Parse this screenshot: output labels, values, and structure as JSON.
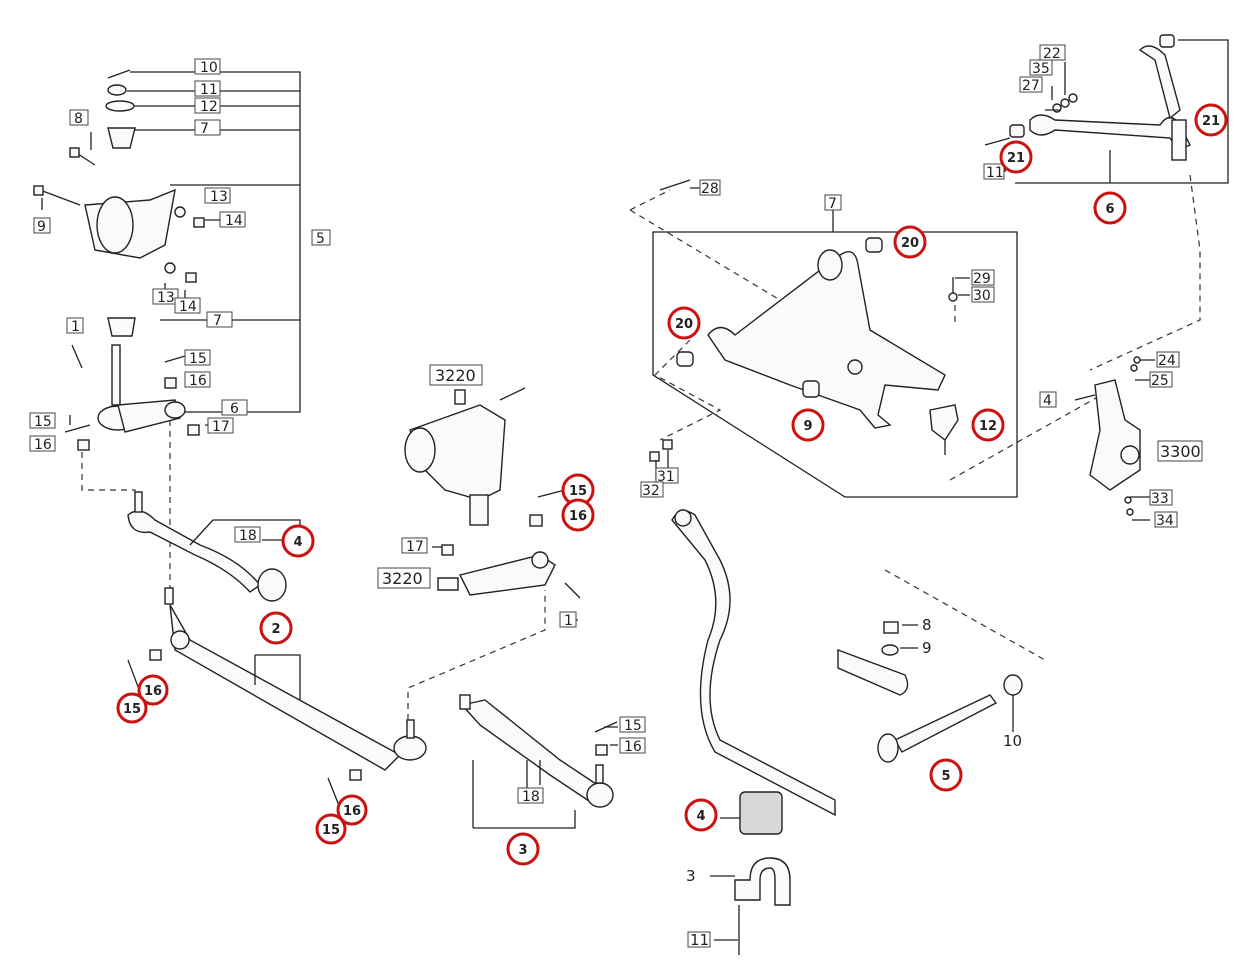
{
  "colors": {
    "line": "#222222",
    "callout_ring": "#cc1111",
    "background": "#ffffff"
  },
  "labels": {
    "l_10": "10",
    "l_11": "11",
    "l_12": "12",
    "l_7a": "7",
    "l_8": "8",
    "l_13a": "13",
    "l_14a": "14",
    "l_9": "9",
    "l_5": "5",
    "l_13b": "13",
    "l_14b": "14",
    "l_7b": "7",
    "l_1a": "1",
    "l_15a": "15",
    "l_16a": "16",
    "l_15b": "15",
    "l_6": "6",
    "l_17a": "17",
    "l_16b": "16",
    "l_18a": "18",
    "l_17b": "17",
    "l_1b": "1",
    "l_15c": "15",
    "l_16c": "16",
    "l_18b": "18",
    "l_22": "22",
    "l_35": "35",
    "l_27": "27",
    "l_11b": "11",
    "l_28": "28",
    "l_7c": "7",
    "l_29": "29",
    "l_30": "30",
    "l_24": "24",
    "l_25": "25",
    "l_4": "4",
    "l_31": "31",
    "l_32": "32",
    "l_33": "33",
    "l_34": "34",
    "l_8b": "8",
    "l_9b": "9",
    "l_10b": "10",
    "l_3": "3",
    "l_11c": "11",
    "c_3220a": "3220",
    "c_3220b": "3220",
    "c_3300": "3300"
  },
  "callouts": {
    "c_4": "4",
    "c_2": "2",
    "c_16a": "16",
    "c_15a": "15",
    "c_15b": "15",
    "c_16b": "16",
    "c_16c": "16",
    "c_15c": "15",
    "c_3": "3",
    "c_21a": "21",
    "c_21b": "21",
    "c_6": "6",
    "c_20a": "20",
    "c_20b": "20",
    "c_9": "9",
    "c_12": "12",
    "c_4b": "4",
    "c_5": "5"
  }
}
